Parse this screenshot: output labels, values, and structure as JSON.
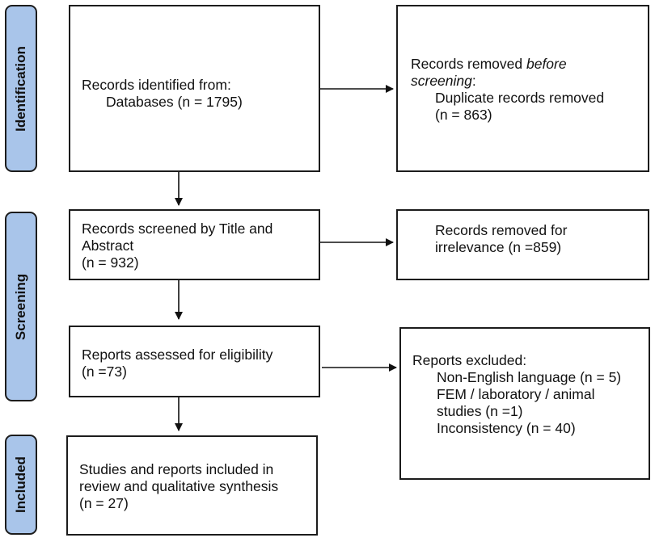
{
  "stages": {
    "identification": "Identification",
    "screening": "Screening",
    "included": "Included"
  },
  "boxes": {
    "identified": {
      "line1": "Records identified from:",
      "line2": "Databases (n = 1795)"
    },
    "removed_before": {
      "line1_a": "Records removed ",
      "line1_em": "before",
      "line2_em": "screening",
      "line2_b": ":",
      "line3": "Duplicate records removed",
      "line4": "(n = 863)"
    },
    "screened": {
      "line1": "Records screened by Title and",
      "line2": "Abstract",
      "line3": "(n = 932)"
    },
    "removed_irrelevance": {
      "line1": "Records removed for",
      "line2": "irrelevance (n =859)"
    },
    "assessed": {
      "line1": "Reports assessed for eligibility",
      "line2": "(n =73)"
    },
    "excluded": {
      "line1": "Reports excluded:",
      "line2": "Non-English language (n = 5)",
      "line3": "FEM / laboratory / animal",
      "line4": "studies (n =1)",
      "line5": "Inconsistency (n = 40)"
    },
    "included": {
      "line1": "Studies and reports included in",
      "line2": "review and qualitative synthesis",
      "line3": "(n = 27)"
    }
  }
}
